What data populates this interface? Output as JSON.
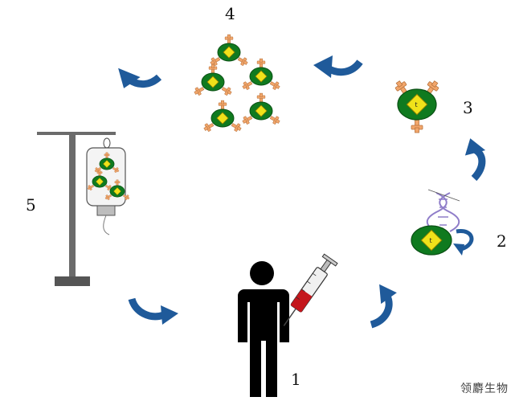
{
  "diagram": {
    "steps": [
      {
        "id": "step-1",
        "label": "1",
        "depicts": "patient"
      },
      {
        "id": "step-2",
        "label": "2",
        "depicts": "gene-transduction"
      },
      {
        "id": "step-3",
        "label": "3",
        "depicts": "modified-t-cell"
      },
      {
        "id": "step-4",
        "label": "4",
        "depicts": "cell-expansion"
      },
      {
        "id": "step-5",
        "label": "5",
        "depicts": "infusion-bag"
      }
    ],
    "cell_label": "t",
    "watermark": "领麝生物"
  },
  "colors": {
    "arrow": "#1f5a9a",
    "cell_body": "#0f7a1f",
    "nucleus": "#f0e21a",
    "receptor": "#f2a66b",
    "receptor_stroke": "#b8743f",
    "human": "#000000",
    "syringe_blood": "#c4161c",
    "iv_pole": "#6b6b6b",
    "dna": "#8f7dc9"
  },
  "icons": [
    "human-silhouette-icon",
    "syringe-icon",
    "dna-helix-icon",
    "t-cell-icon",
    "iv-bag-icon",
    "curved-arrow-icon"
  ]
}
